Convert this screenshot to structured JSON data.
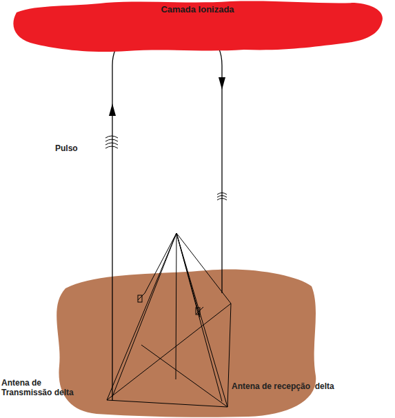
{
  "diagram": {
    "nodes": [
      {
        "text": [
          "Camada Ionizada"
        ]
      }
    ],
    "labels": [
      "Pulso",
      "Antena de Transmissão delta",
      "Antena de recepção  delta"
    ]
  }
}
